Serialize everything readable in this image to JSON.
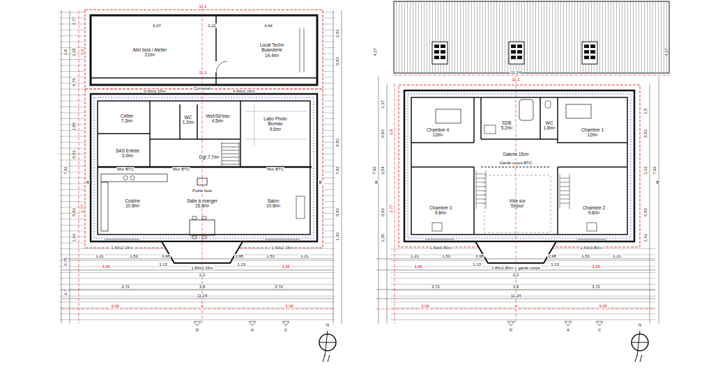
{
  "diagram": {
    "nodes": [
      {
        "text": [
          "Abri bois / Atelier",
          "21m²"
        ]
      },
      {
        "text": [
          "Local Techn Buanderie",
          "14.4m²"
        ]
      },
      {
        "text": [
          "Cellier",
          "7.3m²"
        ]
      },
      {
        "text": [
          "WC",
          "1.2m²"
        ]
      },
      {
        "text": [
          "Vest/Sd'eau",
          "4.5m²"
        ]
      },
      {
        "text": [
          "Labo Photo Bureau",
          "9.6m²"
        ]
      },
      {
        "text": [
          "SAS Entrée",
          "3.9m²"
        ]
      },
      {
        "text": [
          "Dgt 7.7m²"
        ]
      },
      {
        "text": [
          "Cuisine",
          "10.8m²"
        ]
      },
      {
        "text": [
          "Salle à manger",
          "15.8m²"
        ]
      },
      {
        "text": [
          "Salon",
          "10.8m²"
        ]
      },
      {
        "text": [
          "Chambre 4",
          "12m²"
        ]
      },
      {
        "text": [
          "SDB",
          "5.2m²"
        ]
      },
      {
        "text": [
          "WC",
          "1.8m²"
        ]
      },
      {
        "text": [
          "Chambre 1",
          "12m²"
        ]
      },
      {
        "text": [
          "Galerie 15m²"
        ]
      },
      {
        "text": [
          "Chambre 3",
          "9.8m²"
        ]
      },
      {
        "text": [
          "Vide sur Séjour"
        ]
      },
      {
        "text": [
          "Chambre 2",
          "9.8m²"
        ]
      }
    ],
    "labels": [
      "11,1",
      "6,07",
      "0,22",
      "4,44",
      "11,1",
      "Compost",
      "0,90x2,15m",
      "0,90x2,15m",
      "0,77",
      "3,8",
      "2,25",
      "3,6",
      "0,76",
      "2,85",
      "0,83",
      "7,92",
      "3,77",
      "0,83",
      "1,43",
      "0,75",
      "2,7",
      "2,01",
      "0,83",
      "0,83",
      "7,92",
      "0,83",
      "1,43",
      "Mur BTC",
      "Mur BTC",
      "Mur BTC",
      "Poêle bois",
      "1,60x2,15m",
      "1,80x2,15m",
      "1,60x2,15m",
      "1,21",
      "1,53",
      "0,98",
      "0,98",
      "1,53",
      "1,21",
      "1,13",
      "1,13",
      "3,65",
      "3,65",
      "2,2",
      "3,72",
      "3,8",
      "3,72",
      "11,24",
      "3,05",
      "4",
      "3,05",
      "B",
      "B'",
      "D",
      "A",
      "C",
      "N",
      "4,27",
      "4,27",
      "11,24",
      "11,1",
      "1,37",
      "0,83",
      "3,54",
      "7,92",
      "3,9",
      "3,77",
      "0,83",
      "1,35",
      "1,5",
      "0,83",
      "3,33",
      "7,92",
      "0,83",
      "1,43",
      "Garde corps BTC",
      "1,60x0,80m",
      "1,80x1,80m + garde corps",
      "1,60x0,80m",
      "1,21",
      "1,53",
      "0,98",
      "0,98",
      "1,53",
      "1,21",
      "1,13",
      "1,13",
      "3,65",
      "3,65",
      "2,2",
      "3,72",
      "3,8",
      "3,72",
      "11,24",
      "3,05",
      "4",
      "3,05",
      "B",
      "B'",
      "D",
      "A",
      "C",
      "N"
    ]
  }
}
